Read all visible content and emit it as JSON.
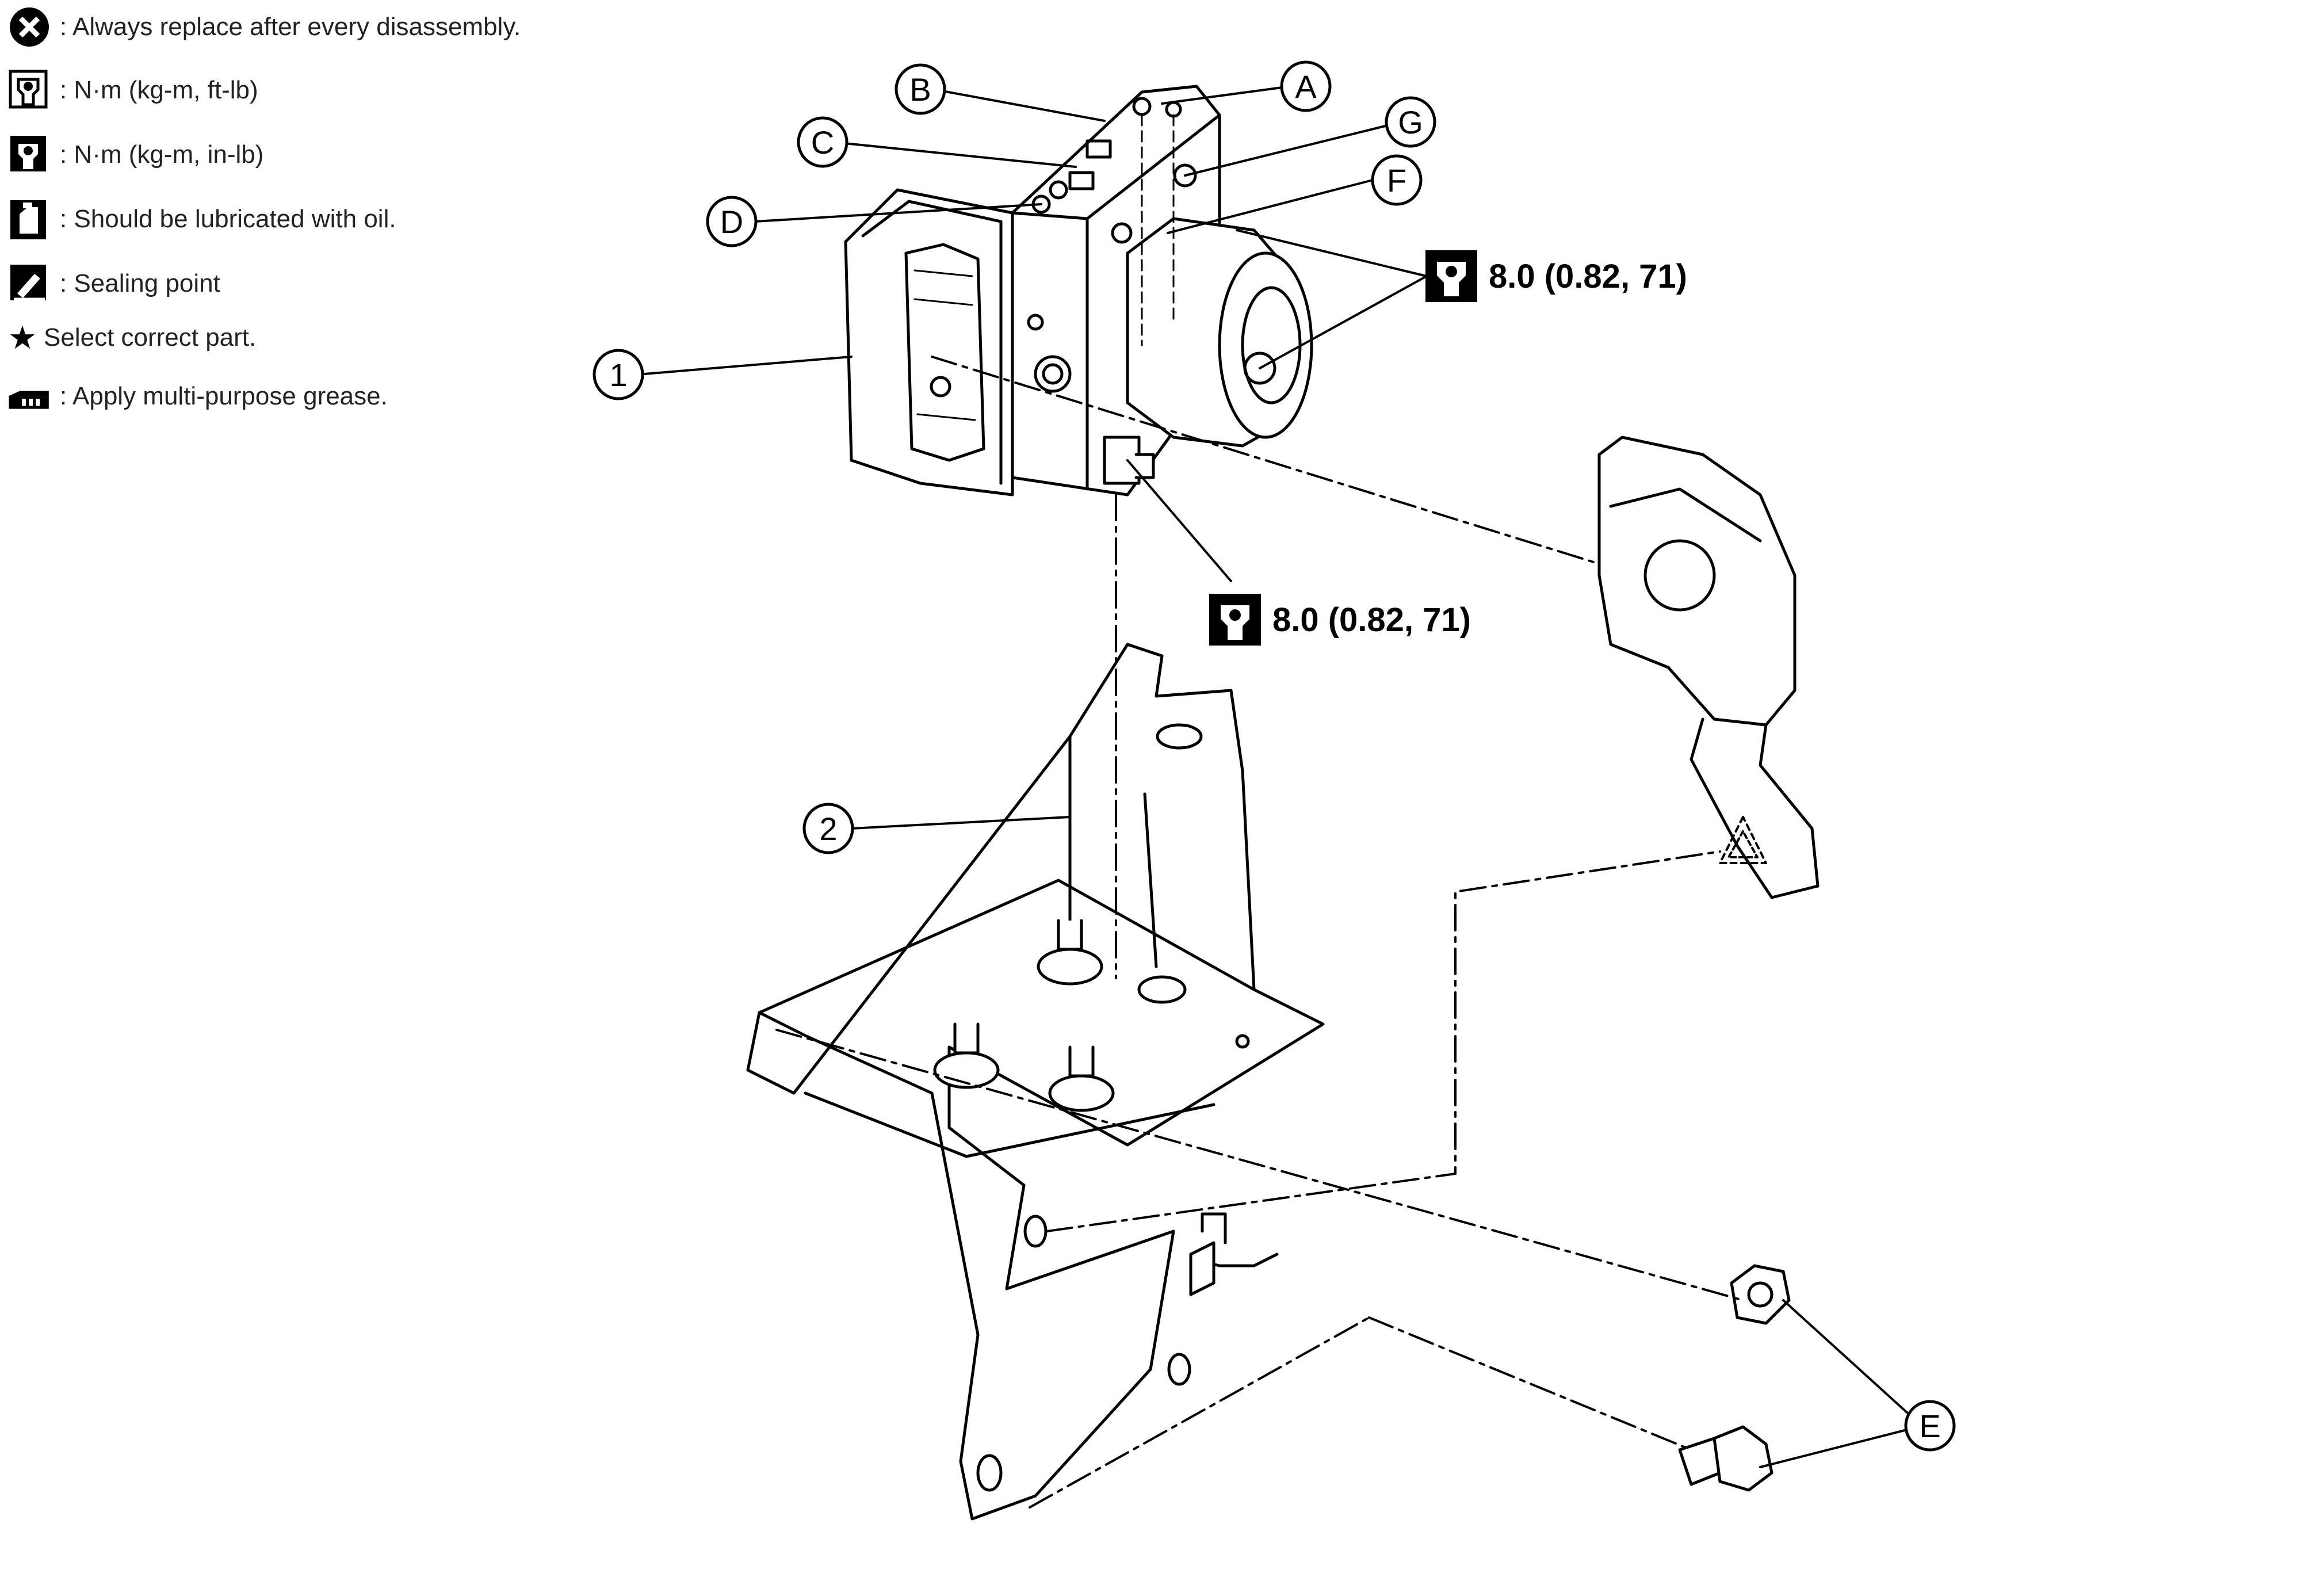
{
  "legend": [
    {
      "icon": "always-replace-icon",
      "text": ": Always replace after every disassembly."
    },
    {
      "icon": "torque-ft-lb-icon",
      "text": ": N·m (kg-m, ft-lb)"
    },
    {
      "icon": "torque-in-lb-icon",
      "text": ": N·m (kg-m, in-lb)"
    },
    {
      "icon": "oil-can-icon",
      "text": ": Should be lubricated with oil."
    },
    {
      "icon": "sealing-point-icon",
      "text": ": Sealing point"
    },
    {
      "icon": "star-icon",
      "text": "Select correct part."
    },
    {
      "icon": "grease-icon",
      "text": ": Apply multi-purpose grease."
    }
  ],
  "callouts": {
    "a": "A",
    "b": "B",
    "c": "C",
    "d": "D",
    "e": "E",
    "f": "F",
    "g": "G",
    "part1": "1",
    "part2": "2"
  },
  "torque": {
    "motor_bolts": "8.0 (0.82, 71)",
    "bracket_nut": "8.0 (0.82, 71)"
  }
}
